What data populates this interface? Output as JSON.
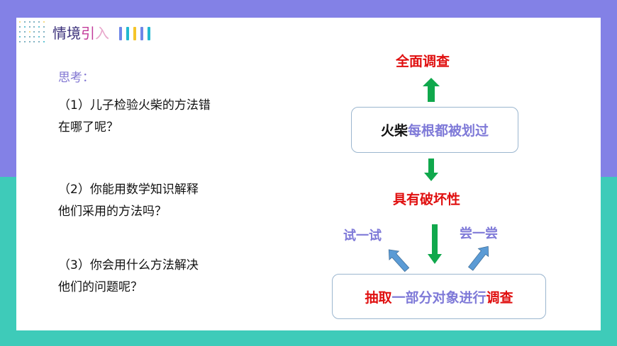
{
  "colors": {
    "bg_top": "#8381e6",
    "bg_bottom": "#3ecbb9",
    "accent_red": "#e01010",
    "accent_purple": "#7f7ad8",
    "arrow_green": "#10a84c",
    "arrow_blue": "#5b9bd5"
  },
  "header": {
    "title_part1": "情境",
    "title_part2": "引",
    "title_part3": "入",
    "decor_bars": [
      "#6f86e8",
      "#22b8d0",
      "#f5c52a",
      "#6f86e8",
      "#22b8d0"
    ]
  },
  "left": {
    "think_label": "思考：",
    "questions": [
      {
        "line1": "（1）儿子检验火柴的方法错",
        "line2": "在哪了呢？"
      },
      {
        "line1": "（2）你能用数学知识解释",
        "line2": "他们采用的方法吗？"
      },
      {
        "line1": "（3）你会用什么方法解决",
        "line2": "他们的问题呢？"
      }
    ]
  },
  "diagram": {
    "top_label": "全面调查",
    "box1": {
      "part1": "火柴",
      "part2": "每根都被划过"
    },
    "mid_label": "具有破坏性",
    "try_label": "试一试",
    "taste_label": "尝一尝",
    "box2": {
      "part1": "抽取",
      "part2": "一部分对象进行",
      "part3": "调查"
    }
  }
}
